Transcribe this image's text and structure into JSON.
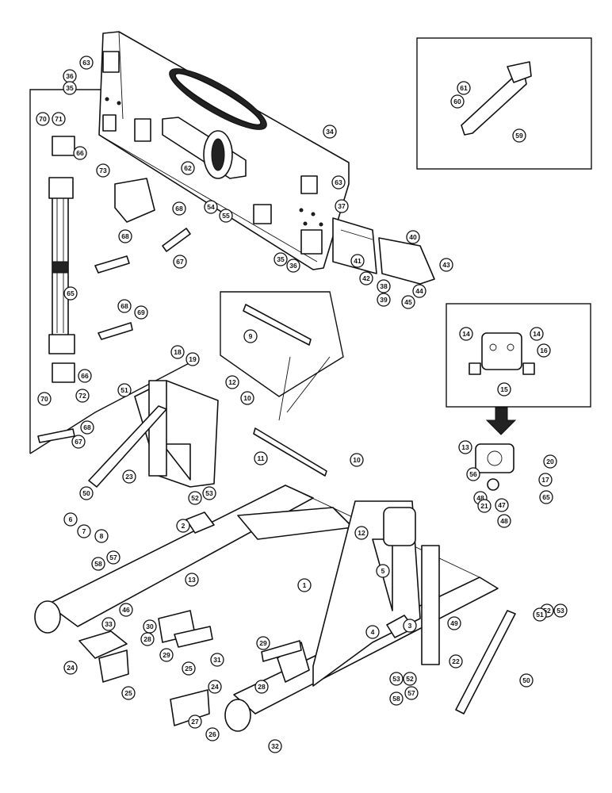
{
  "callouts": [
    {
      "n": "63"
    },
    {
      "n": "36"
    },
    {
      "n": "35"
    },
    {
      "n": "70"
    },
    {
      "n": "71"
    },
    {
      "n": "66"
    },
    {
      "n": "73"
    },
    {
      "n": "62"
    },
    {
      "n": "34"
    },
    {
      "n": "63"
    },
    {
      "n": "54"
    },
    {
      "n": "55"
    },
    {
      "n": "37"
    },
    {
      "n": "68"
    },
    {
      "n": "68"
    },
    {
      "n": "67"
    },
    {
      "n": "40"
    },
    {
      "n": "35"
    },
    {
      "n": "36"
    },
    {
      "n": "41"
    },
    {
      "n": "43"
    },
    {
      "n": "42"
    },
    {
      "n": "38"
    },
    {
      "n": "39"
    },
    {
      "n": "44"
    },
    {
      "n": "45"
    },
    {
      "n": "65"
    },
    {
      "n": "69"
    },
    {
      "n": "68"
    },
    {
      "n": "61"
    },
    {
      "n": "60"
    },
    {
      "n": "59"
    },
    {
      "n": "9"
    },
    {
      "n": "14"
    },
    {
      "n": "14"
    },
    {
      "n": "16"
    },
    {
      "n": "15"
    },
    {
      "n": "18"
    },
    {
      "n": "19"
    },
    {
      "n": "66"
    },
    {
      "n": "12"
    },
    {
      "n": "10"
    },
    {
      "n": "51"
    },
    {
      "n": "70"
    },
    {
      "n": "72"
    },
    {
      "n": "68"
    },
    {
      "n": "67"
    },
    {
      "n": "23"
    },
    {
      "n": "11"
    },
    {
      "n": "10"
    },
    {
      "n": "13"
    },
    {
      "n": "20"
    },
    {
      "n": "56"
    },
    {
      "n": "17"
    },
    {
      "n": "65"
    },
    {
      "n": "48"
    },
    {
      "n": "47"
    },
    {
      "n": "21"
    },
    {
      "n": "48"
    },
    {
      "n": "50"
    },
    {
      "n": "52"
    },
    {
      "n": "53"
    },
    {
      "n": "6"
    },
    {
      "n": "7"
    },
    {
      "n": "8"
    },
    {
      "n": "2"
    },
    {
      "n": "12"
    },
    {
      "n": "58"
    },
    {
      "n": "57"
    },
    {
      "n": "13"
    },
    {
      "n": "5"
    },
    {
      "n": "1"
    },
    {
      "n": "46"
    },
    {
      "n": "33"
    },
    {
      "n": "30"
    },
    {
      "n": "28"
    },
    {
      "n": "29"
    },
    {
      "n": "31"
    },
    {
      "n": "29"
    },
    {
      "n": "4"
    },
    {
      "n": "3"
    },
    {
      "n": "49"
    },
    {
      "n": "22"
    },
    {
      "n": "52"
    },
    {
      "n": "53"
    },
    {
      "n": "51"
    },
    {
      "n": "24"
    },
    {
      "n": "25"
    },
    {
      "n": "25"
    },
    {
      "n": "28"
    },
    {
      "n": "53"
    },
    {
      "n": "52"
    },
    {
      "n": "50"
    },
    {
      "n": "24"
    },
    {
      "n": "58"
    },
    {
      "n": "57"
    },
    {
      "n": "27"
    },
    {
      "n": "26"
    },
    {
      "n": "32"
    }
  ]
}
